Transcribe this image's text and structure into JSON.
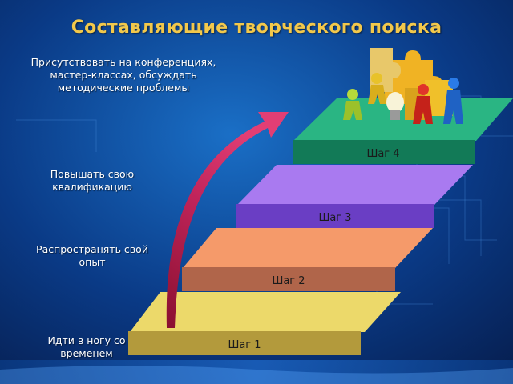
{
  "title": "Составляющие творческого поиска",
  "labels": {
    "top": "Присутствовать на конференциях, мастер-классах, обсуждать методические проблемы",
    "level3": "Повышать свою квалификацию",
    "level2": "Распространять свой опыт",
    "level1": "Идти в ногу со временем"
  },
  "steps": {
    "step1": "Шаг 1",
    "step2": "Шаг 2",
    "step3": "Шаг 3",
    "step4": "Шаг 4"
  },
  "colors": {
    "title": "#f2c84b",
    "step1_top": "#ecd96a",
    "step1_front": "#b39a3c",
    "step2_top": "#f59a6a",
    "step2_front": "#b0654a",
    "step3_top": "#a97af0",
    "step3_front": "#6a3ec4",
    "step4_top": "#2ab583",
    "step4_front": "#127a57",
    "arrow": "#c0245a"
  }
}
